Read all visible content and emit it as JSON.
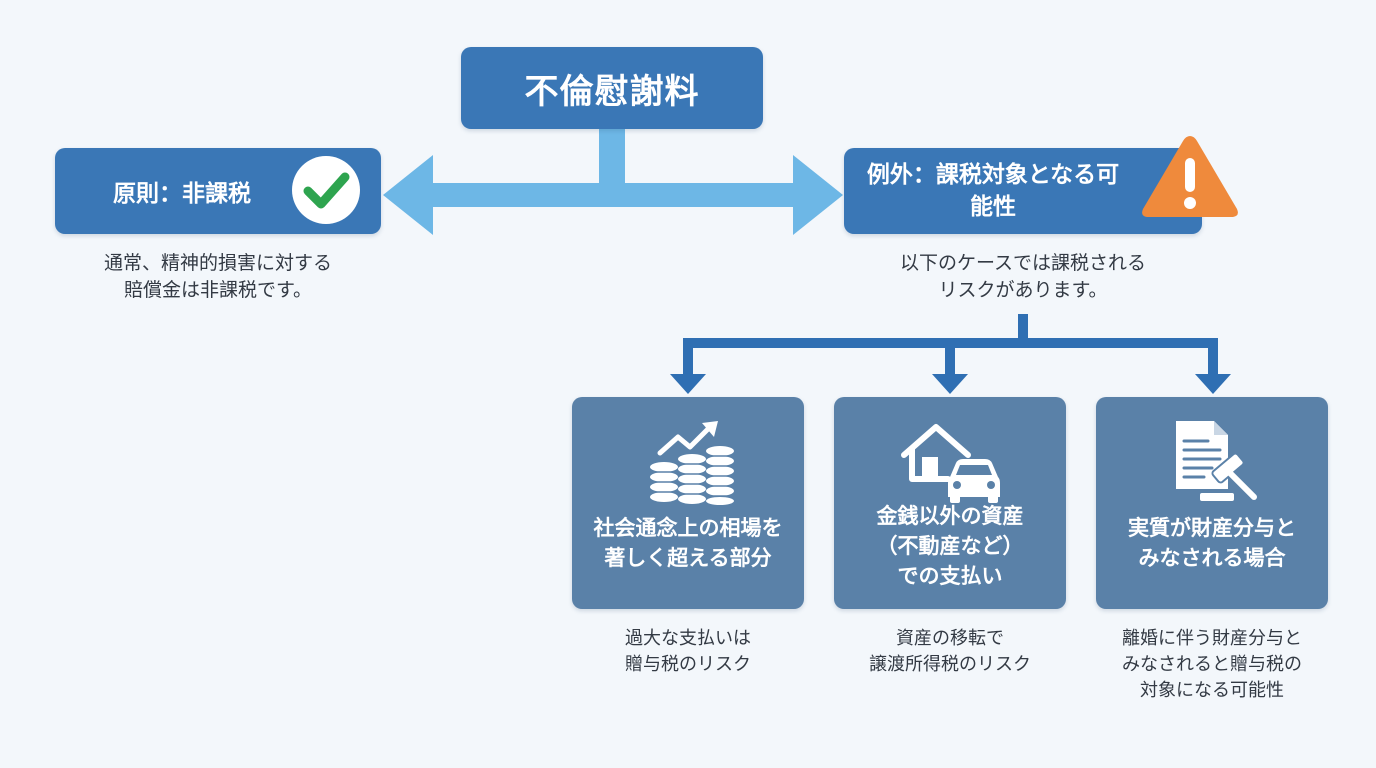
{
  "title": "不倫慰謝料",
  "principle": {
    "label": "原則：非課税",
    "description": "通常、精神的損害に対する\n賠償金は非課税です。",
    "icon": "check-circle-icon"
  },
  "exception": {
    "label": "例外：課税対象となる可能性",
    "description": "以下のケースでは課税される\nリスクがあります。",
    "icon": "warning-triangle-icon"
  },
  "cases": [
    {
      "icon": "coins-rising-chart-icon",
      "label": "社会通念上の相場を\n著しく超える部分",
      "description": "過大な支払いは\n贈与税のリスク"
    },
    {
      "icon": "house-car-icon",
      "label": "金銭以外の資産\n（不動産など）\nでの支払い",
      "description": "資産の移転で\n譲渡所得税のリスク"
    },
    {
      "icon": "document-gavel-icon",
      "label": "実質が財産分与と\nみなされる場合",
      "description": "離婚に伴う財産分与と\nみなされると贈与税の\n対象になる可能性"
    }
  ],
  "colors": {
    "box": "#3a77b6",
    "card": "#5a81a8",
    "arrow_light": "#6db7e6",
    "arrow_dark": "#2f6fb3",
    "check": "#2ea44f",
    "warning": "#ef8a3c",
    "background": "#f3f7fb"
  }
}
